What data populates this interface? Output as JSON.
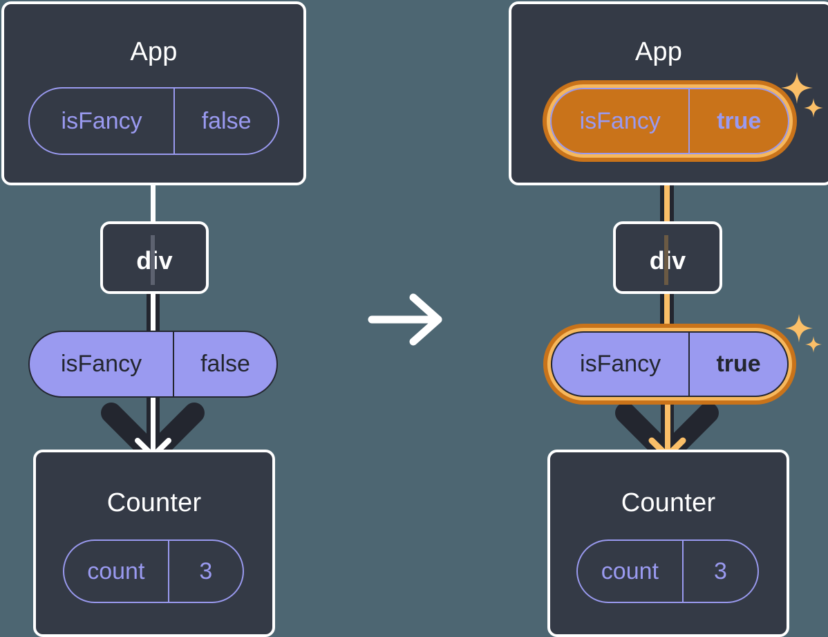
{
  "diagram": {
    "title_left": "App",
    "title_right": "App",
    "background_color": "#4d6672",
    "node_fill": "#343a46",
    "node_border": "#ffffff",
    "pill_purple": "#9a9af0",
    "highlight_orange_outer": "#c9731a",
    "highlight_orange_inner": "#f7b85c",
    "arrow_dark": "#23262f",
    "sparkle_color": "#fbbf68"
  },
  "left": {
    "app": {
      "title": "App",
      "state": {
        "key": "isFancy",
        "value": "false"
      }
    },
    "div": {
      "label": "div"
    },
    "prop_pill": {
      "key": "isFancy",
      "value": "false"
    },
    "counter": {
      "title": "Counter",
      "state": {
        "key": "count",
        "value": "3"
      }
    }
  },
  "transition": {
    "icon": "arrow-right-icon"
  },
  "right": {
    "app": {
      "title": "App",
      "state": {
        "key": "isFancy",
        "value": "true"
      },
      "highlighted": true,
      "sparkle": "sparkle-icon"
    },
    "div": {
      "label": "div"
    },
    "prop_pill": {
      "key": "isFancy",
      "value": "true",
      "highlighted": true,
      "sparkle": "sparkle-icon"
    },
    "counter": {
      "title": "Counter",
      "state": {
        "key": "count",
        "value": "3"
      }
    }
  }
}
